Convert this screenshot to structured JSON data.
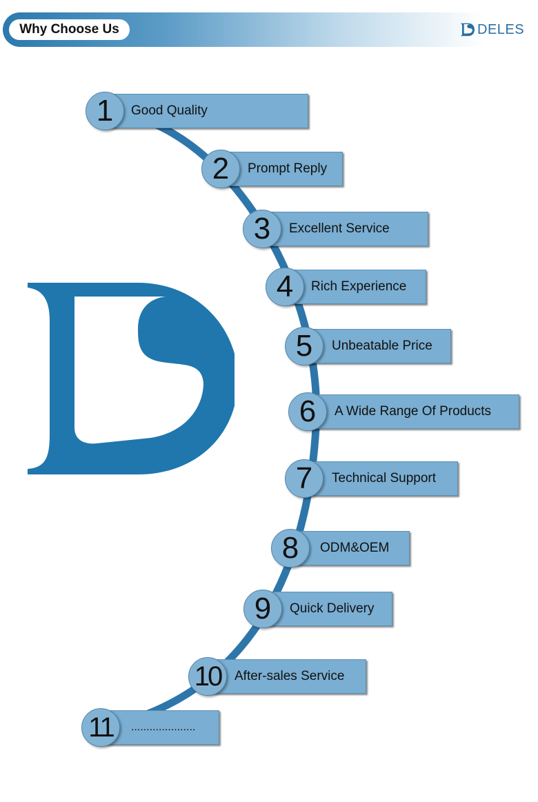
{
  "header": {
    "title": "Why Choose Us",
    "brand_name": "DELES",
    "brand_color": "#2b6ea3"
  },
  "colors": {
    "accent": "#2b79ad",
    "logo": "#1f77ad",
    "arc": "#2e76aa",
    "item_fill": "#7aaed2"
  },
  "items": [
    {
      "number": "1",
      "label": "Good Quality"
    },
    {
      "number": "2",
      "label": "Prompt Reply"
    },
    {
      "number": "3",
      "label": "Excellent Service"
    },
    {
      "number": "4",
      "label": "Rich Experience"
    },
    {
      "number": "5",
      "label": "Unbeatable Price"
    },
    {
      "number": "6",
      "label": "A Wide Range Of Products"
    },
    {
      "number": "7",
      "label": "Technical Support"
    },
    {
      "number": "8",
      "label": "ODM&OEM"
    },
    {
      "number": "9",
      "label": "Quick Delivery"
    },
    {
      "number": "10",
      "label": "After-sales Service"
    },
    {
      "number": "11",
      "label": "....................."
    }
  ]
}
